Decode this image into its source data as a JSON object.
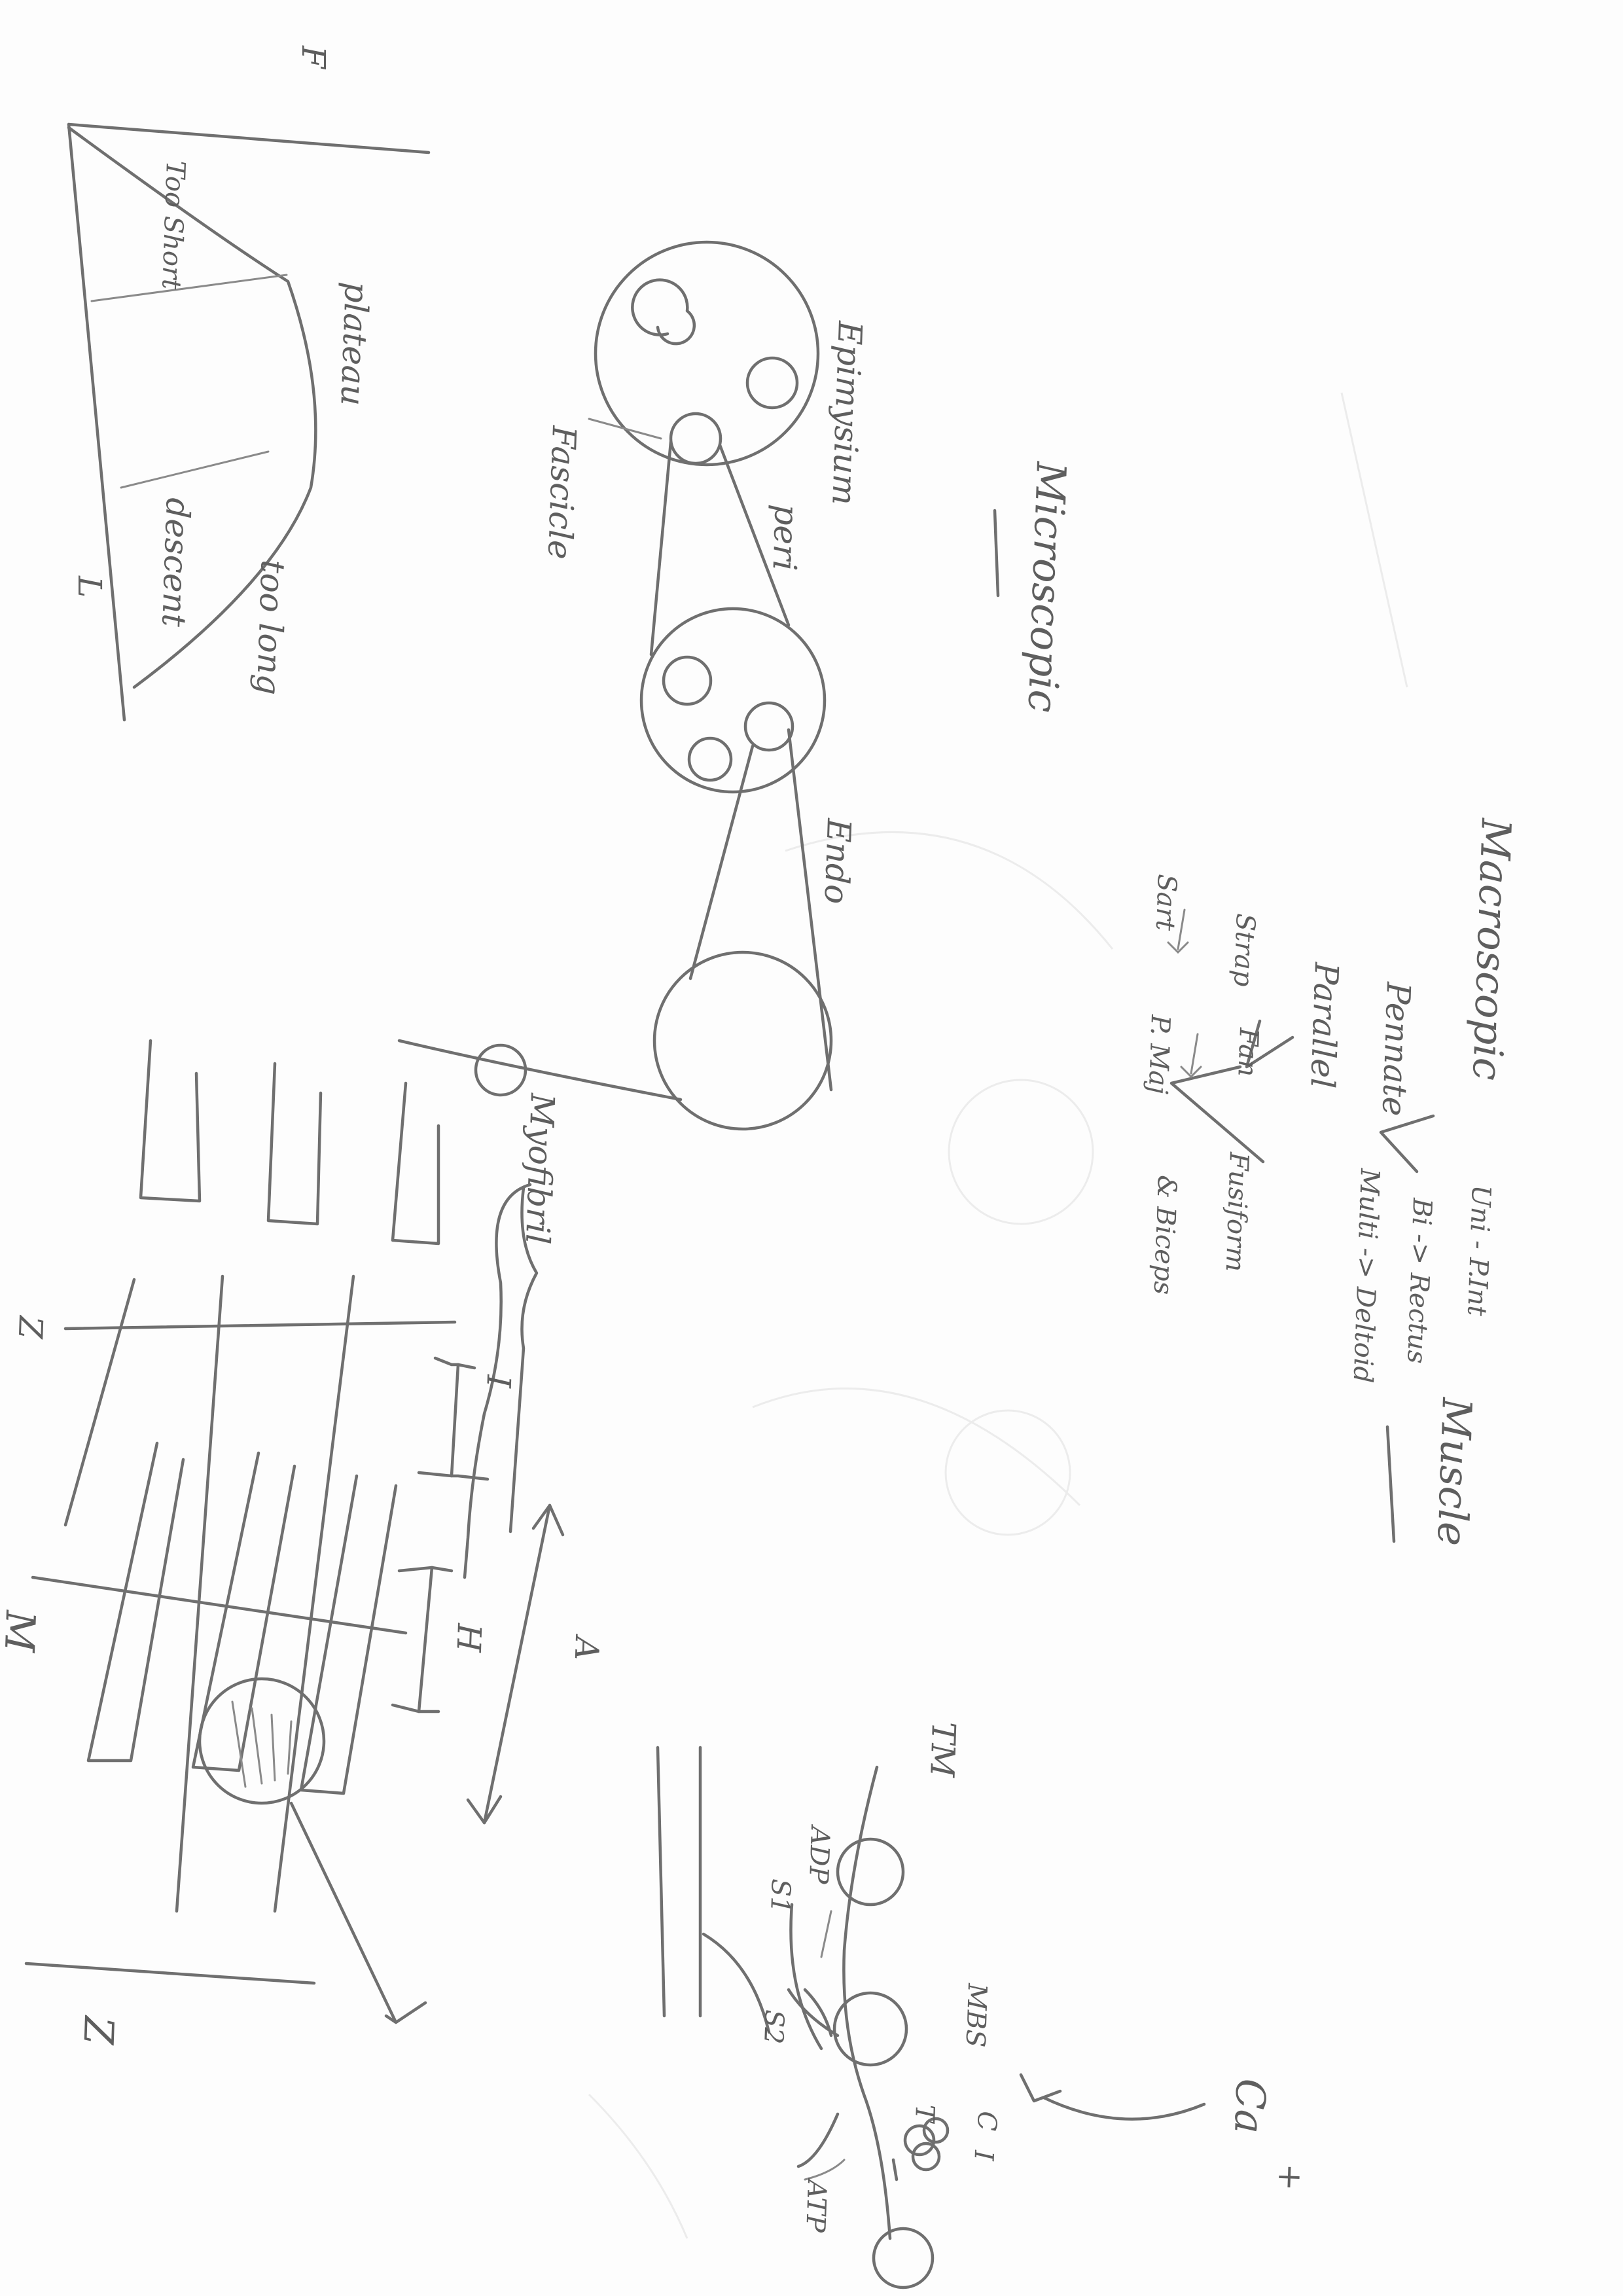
{
  "muscle_notes": {
    "heading": "Muscle",
    "macroscopic": "Macroscopic",
    "pennate": "Pennate",
    "uni": "Uni - P.Int",
    "bi": "Bi -> Rectus",
    "multi": "Multi -> Deltoid",
    "parallel": "Parallel",
    "strap": "Strap",
    "sart": "Sart",
    "fan": "Fan",
    "p_maj": "P. Maj",
    "fusiform": "Fusiform",
    "biceps": "& Biceps",
    "microscopic": "Microscopic"
  },
  "length_tension": {
    "f_label": "F",
    "l_label": "L",
    "too_short": "Too Short",
    "plateau": "plateau",
    "descent": "descent",
    "too_long": "too long"
  },
  "tissue_layers": {
    "epimysium": "Epimysium",
    "fascicle": "Fascicle",
    "peri": "peri",
    "endo": "Endo",
    "myofibril": "Myofibril"
  },
  "sarcomere": {
    "z_top": "Z",
    "z_bottom": "Z",
    "m_label": "M",
    "i_band": "I",
    "h_zone": "H",
    "a_band": "A"
  },
  "crossbridge": {
    "tm": "TM",
    "adp": "ADP",
    "s1": "S1",
    "s2": "S2",
    "mbs": "MBS",
    "c": "C",
    "t": "T",
    "i": "I",
    "atp": "ATP",
    "ca": "Ca",
    "plus": "+"
  }
}
